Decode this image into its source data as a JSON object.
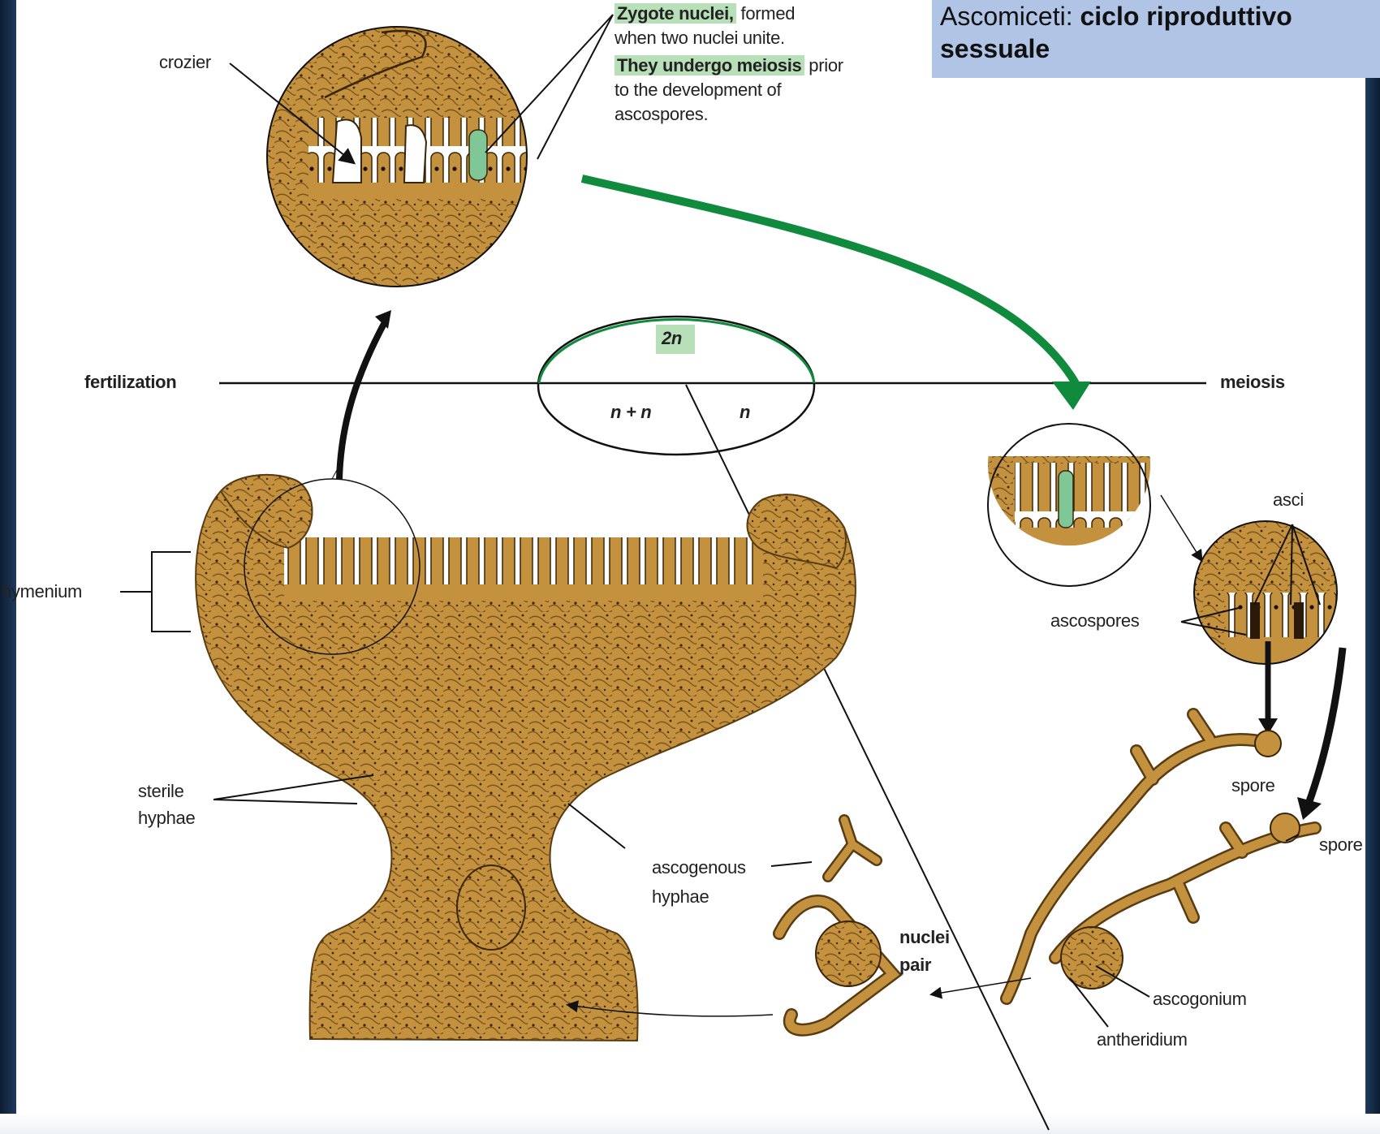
{
  "title": {
    "line1_regular": "Ascomiceti: ",
    "line1_bold": "ciclo riproduttivo",
    "line2_bold": "sessuale"
  },
  "callout": {
    "zygote_highlight": "Zygote nuclei,",
    "zygote_rest": " formed",
    "line2": "when two nuclei unite.",
    "meiosis_highlight": "They undergo meiosis",
    "meiosis_rest": " prior",
    "line4": "to the development of",
    "line5": "ascospores."
  },
  "labels": {
    "crozier": "crozier",
    "fertilization": "fertilization",
    "meiosis": "meiosis",
    "two_n": "2n",
    "n_plus_n": "n + n",
    "n": "n",
    "hymenium": "hymenium",
    "asci": "asci",
    "ascospores": "ascospores",
    "spore_1": "spore",
    "spore_2": "spore",
    "sterile_1": "sterile",
    "sterile_2": "hyphae",
    "ascogenous_1": "ascogenous",
    "ascogenous_2": "hyphae",
    "nuclei_1": "nuclei",
    "nuclei_2": "pair",
    "ascogonium": "ascogonium",
    "antheridium": "antheridium"
  },
  "colors": {
    "fungus": "#c4923f",
    "fungus_dark": "#8a6224",
    "green": "#108a3c",
    "highlight": "#b7dfb8",
    "title_bg": "#b0c4e6",
    "frame": "#12243d"
  }
}
